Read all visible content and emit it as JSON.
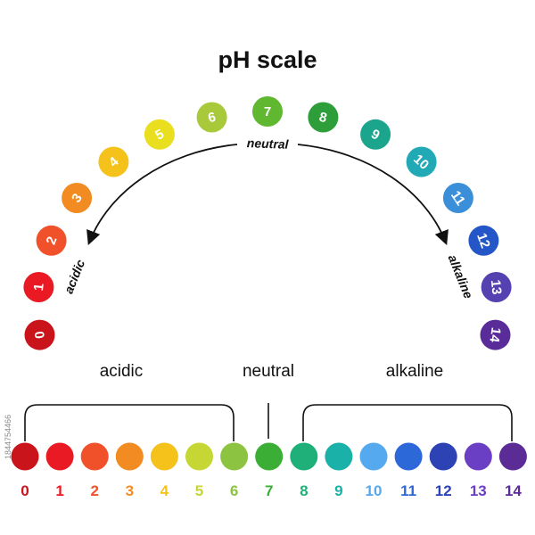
{
  "title": "pH scale",
  "scale_values": [
    "0",
    "1",
    "2",
    "3",
    "4",
    "5",
    "6",
    "7",
    "8",
    "9",
    "10",
    "11",
    "12",
    "13",
    "14"
  ],
  "colors": [
    "#c9141b",
    "#ea1a24",
    "#f0512b",
    "#f28c22",
    "#f4c21a",
    "#e9df1f",
    "#a8c93a",
    "#5fb830",
    "#2e9e3b",
    "#1aa58c",
    "#21a9b5",
    "#3a8fd8",
    "#2456c8",
    "#5542b0",
    "#5a2c9a"
  ],
  "bar_colors": [
    "#c9141b",
    "#ea1a24",
    "#f0512b",
    "#f28c22",
    "#f4c21a",
    "#c6d634",
    "#8cc441",
    "#3aae35",
    "#1fb07a",
    "#1ab1a8",
    "#55a9ee",
    "#2d68d9",
    "#2c42b5",
    "#6a3fc3",
    "#5c2c96"
  ],
  "arc_labels": {
    "acidic": "acidic",
    "neutral": "neutral",
    "alkaline": "alkaline"
  },
  "sections": {
    "acidic": "acidic",
    "neutral": "neutral",
    "alkaline": "alkaline"
  },
  "watermark_side": "1844754466"
}
